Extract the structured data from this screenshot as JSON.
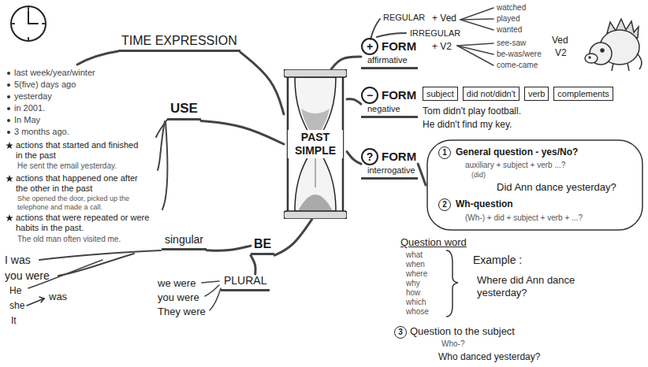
{
  "diagram": {
    "nodes": [
      {
        "text": [
          "PAST SIMPLE"
        ]
      },
      {
        "text": [
          "TIME EXPRESSION"
        ]
      },
      {
        "text": [
          "USE"
        ]
      },
      {
        "text": [
          "+",
          "FORM",
          "affirmative"
        ]
      },
      {
        "text": [
          "−",
          "FORM",
          "negative"
        ]
      },
      {
        "text": [
          "?",
          "FORM",
          "interrogative"
        ]
      },
      {
        "text": [
          "BE"
        ]
      },
      {
        "text": [
          "singular"
        ]
      },
      {
        "text": [
          "PLURAL"
        ]
      },
      {
        "text": [
          "subject"
        ]
      },
      {
        "text": [
          "did not/didn't"
        ]
      },
      {
        "text": [
          "verb"
        ]
      },
      {
        "text": [
          "complements"
        ]
      },
      {
        "text": [
          "1",
          "General question - yes/No?",
          "auxiliary + subject + verb ...?",
          "(did)",
          "Did Ann dance yesterday?",
          "2",
          "Wh-question",
          "(Wh-) + did + subject + verb + ...?"
        ]
      }
    ],
    "edges": [
      {
        "from": 0,
        "to": 1,
        "arrow": "none"
      },
      {
        "from": 0,
        "to": 2,
        "arrow": "none"
      },
      {
        "from": 0,
        "to": 3,
        "arrow": "none"
      },
      {
        "from": 0,
        "to": 4,
        "arrow": "none"
      },
      {
        "from": 0,
        "to": 5,
        "arrow": "none"
      },
      {
        "from": 0,
        "to": 6,
        "arrow": "none"
      },
      {
        "from": 6,
        "to": 7,
        "arrow": "none"
      },
      {
        "from": 6,
        "to": 8,
        "arrow": "none"
      },
      {
        "from": 5,
        "to": 13,
        "arrow": "none"
      }
    ],
    "labels": [
      "last week/year/winter",
      "5(five) days ago",
      "yesterday",
      "in 2001.",
      "In May",
      "3 months ago.",
      "actions that started and finished in the past",
      "He sent the email yesterday.",
      "actions that happened one after the other in the past",
      "She opened the door, picked up the telephone and made a call.",
      "actions that were repeated or were habits in the past.",
      "The old man often visited me.",
      "REGULAR",
      "+ Ved",
      "IRREGULAR",
      "+ V2",
      "watched",
      "played",
      "wanted",
      "see-saw",
      "be-was/were",
      "come-came",
      "Ved",
      "V2",
      "Tom didn't play football.",
      "He didn't find my key.",
      "Question word",
      "what",
      "when",
      "where",
      "why",
      "how",
      "which",
      "whose",
      "Example :",
      "Where did Ann dance yesterday?",
      "3",
      "Question to the subject",
      "Who-?",
      "Who danced yesterday?",
      "I was",
      "you were",
      "He",
      "was",
      "she",
      "It",
      "we were",
      "you were",
      "They were"
    ]
  }
}
